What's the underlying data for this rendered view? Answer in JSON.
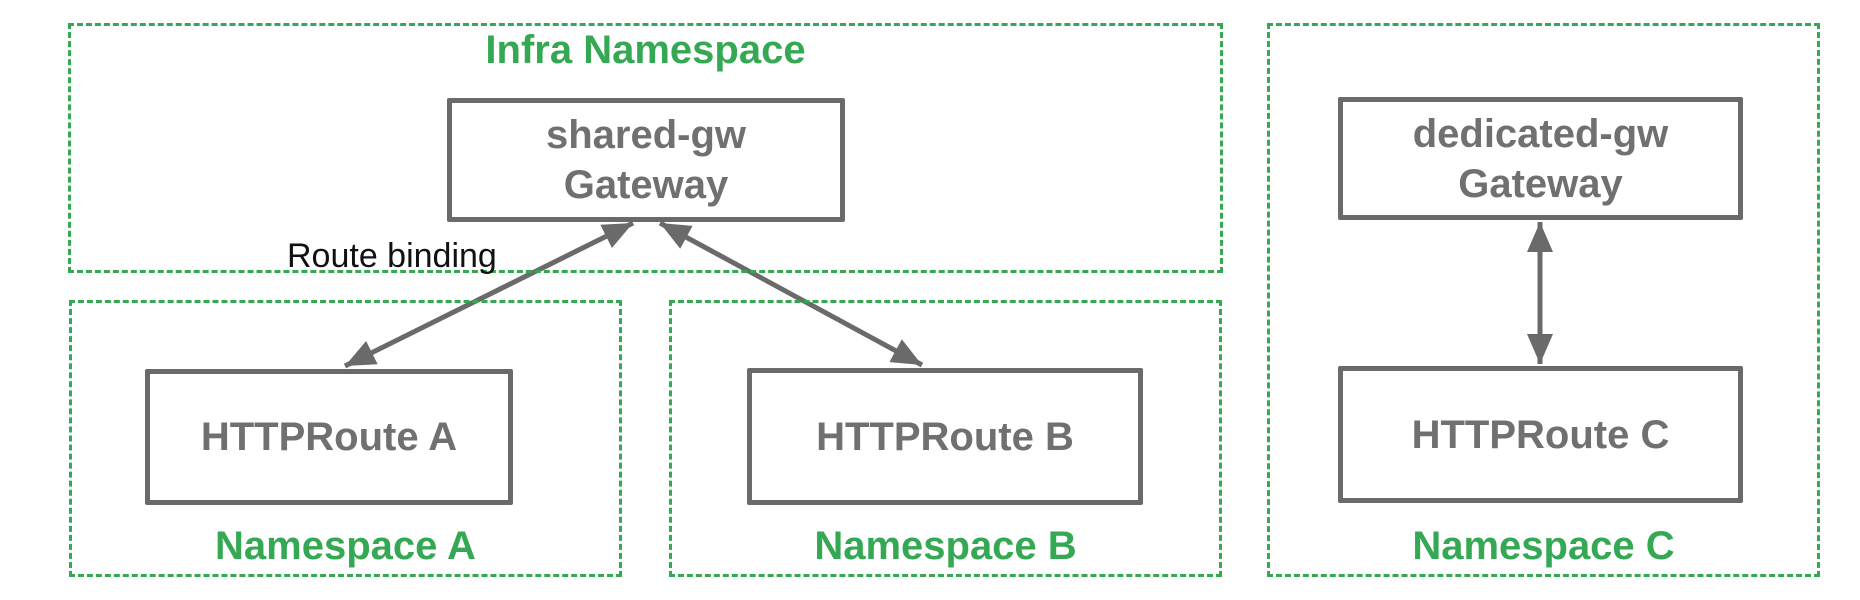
{
  "colors": {
    "green": "#34A853",
    "gray": "#6A6A6A",
    "text_gray": "#707070",
    "black": "#111111"
  },
  "infra_namespace": {
    "label": "Infra Namespace"
  },
  "namespaces": {
    "a": {
      "label": "Namespace A"
    },
    "b": {
      "label": "Namespace B"
    },
    "c": {
      "label": "Namespace C"
    }
  },
  "nodes": {
    "shared_gateway": {
      "line1": "shared-gw",
      "line2": "Gateway"
    },
    "dedicated_gateway": {
      "line1": "dedicated-gw",
      "line2": "Gateway"
    },
    "route_a": {
      "label": "HTTPRoute A"
    },
    "route_b": {
      "label": "HTTPRoute B"
    },
    "route_c": {
      "label": "HTTPRoute C"
    }
  },
  "annotations": {
    "route_binding": "Route binding"
  }
}
